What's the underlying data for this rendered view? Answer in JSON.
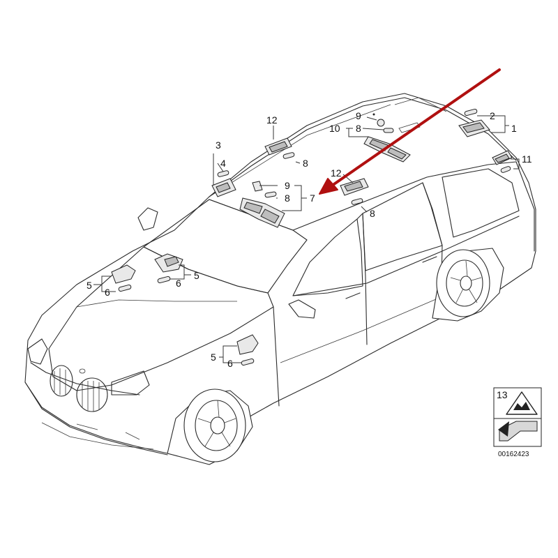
{
  "diagram": {
    "callouts": [
      {
        "id": "c1",
        "text": "1"
      },
      {
        "id": "c2",
        "text": "2"
      },
      {
        "id": "c3",
        "text": "3"
      },
      {
        "id": "c4",
        "text": "4"
      },
      {
        "id": "c5a",
        "text": "5"
      },
      {
        "id": "c6a",
        "text": "6"
      },
      {
        "id": "c5b",
        "text": "5"
      },
      {
        "id": "c6b",
        "text": "6"
      },
      {
        "id": "c5c",
        "text": "5"
      },
      {
        "id": "c6c",
        "text": "6"
      },
      {
        "id": "c7",
        "text": "7"
      },
      {
        "id": "c8a",
        "text": "8"
      },
      {
        "id": "c8b",
        "text": "8"
      },
      {
        "id": "c8c",
        "text": "8"
      },
      {
        "id": "c8d",
        "text": "8"
      },
      {
        "id": "c9a",
        "text": "9"
      },
      {
        "id": "c9b",
        "text": "9"
      },
      {
        "id": "c10",
        "text": "10"
      },
      {
        "id": "c11",
        "text": "11"
      },
      {
        "id": "c12a",
        "text": "12"
      },
      {
        "id": "c12b",
        "text": "12"
      }
    ],
    "legend": {
      "number": "13",
      "code": "00162423"
    },
    "colors": {
      "arrow": "#b01010",
      "line": "#2a2a2a",
      "background": "#ffffff"
    }
  }
}
